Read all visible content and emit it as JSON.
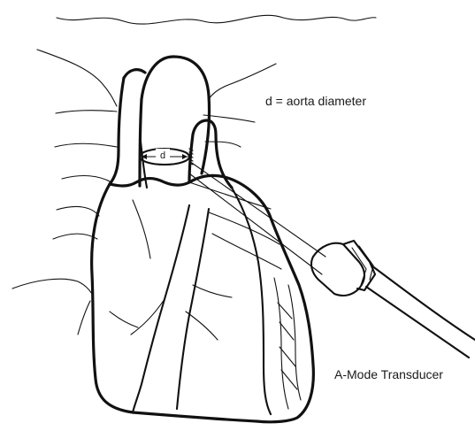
{
  "labels": {
    "diameter_note": "d = aorta diameter",
    "d_marker": "d",
    "transducer": "A-Mode Transducer"
  }
}
